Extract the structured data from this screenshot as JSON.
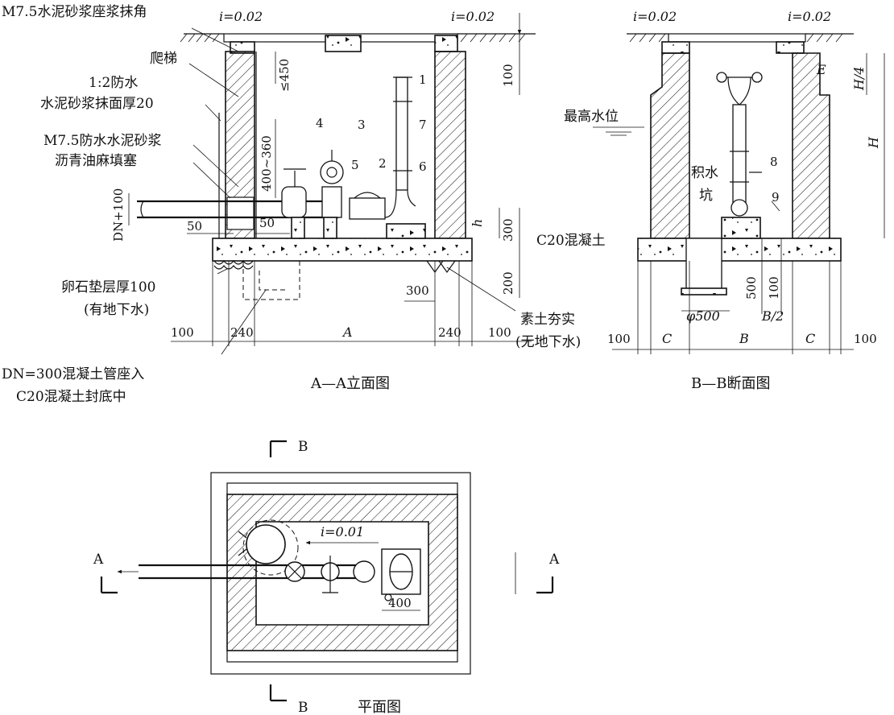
{
  "labels": {
    "mortar_corner": "M7.5水泥砂浆座浆抹角",
    "slope": "i=0.02",
    "ladder": "爬梯",
    "waterproof_1": "1:2防水",
    "waterproof_2": "水泥砂浆抹面厚20",
    "m75_mortar": "M7.5防水水泥砂浆",
    "asphalt_seal": "沥青油麻填塞",
    "gravel_1": "卵石垫层厚100",
    "gravel_2": "(有地下水)",
    "pipe_seat_1": "DN=300混凝土管座入",
    "pipe_seat_2": "C20混凝土封底中",
    "rammed_1": "素土夯实",
    "rammed_2": "(无地下水)",
    "high_water": "最高水位",
    "sump_1": "积水",
    "sump_2": "坑",
    "c20": "C20混凝土",
    "slope_plan": "i=0.01"
  },
  "dimensions": {
    "d100": "100",
    "d450": "≤450",
    "d400_360": "400~360",
    "dn100": "DN+100",
    "d50a": "50",
    "d50b": "50",
    "h": "h",
    "d300": "300",
    "d200": "200",
    "d300b": "300",
    "d240a": "240",
    "dA": "A",
    "d240b": "240",
    "d100r": "100",
    "d100l": "100",
    "E": "E",
    "H4": "H/4",
    "H": "H",
    "d500": "500",
    "d100b": "100",
    "phi500": "φ500",
    "B2": "B/2",
    "C1": "C",
    "B": "B",
    "C2": "C",
    "d100bl": "100",
    "d100br": "100",
    "d400": "400"
  },
  "callouts": [
    "1",
    "2",
    "3",
    "4",
    "5",
    "6",
    "7",
    "8",
    "9"
  ],
  "titles": {
    "elevation": "A—A立面图",
    "section": "B—B断面图",
    "plan": "平面图"
  },
  "section_marks": {
    "a_left": "A",
    "a_right": "A",
    "b_top": "B",
    "b_bottom": "B"
  }
}
